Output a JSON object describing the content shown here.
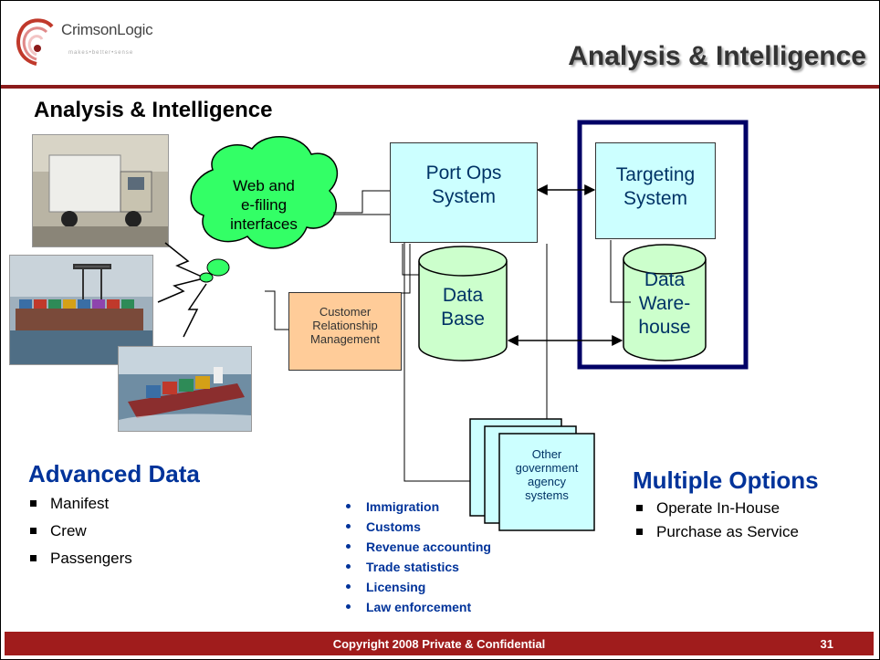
{
  "logo": {
    "name": "CrimsonLogic",
    "tagline": "makes•better•sense"
  },
  "header": {
    "title": "Analysis & Intelligence"
  },
  "subtitle": "Analysis & Intelligence",
  "diagram": {
    "cloud": [
      "Web and",
      "e-filing",
      "interfaces"
    ],
    "port_ops": [
      "Port Ops",
      "System"
    ],
    "targeting": [
      "Targeting",
      "System"
    ],
    "database": [
      "Data",
      "Base"
    ],
    "warehouse": [
      "Data",
      "Ware-",
      "house"
    ],
    "crm": [
      "Customer",
      "Relationship",
      "Management"
    ],
    "other": [
      "Other",
      "government",
      "agency",
      "systems"
    ]
  },
  "advanced": {
    "title": "Advanced Data",
    "items": [
      "Manifest",
      "Crew",
      "Passengers"
    ]
  },
  "agencies": [
    "Immigration",
    "Customs",
    "Revenue accounting",
    "Trade statistics",
    "Licensing",
    "Law enforcement"
  ],
  "options": {
    "title": "Multiple Options",
    "items": [
      "Operate In-House",
      "Purchase as Service"
    ]
  },
  "footer": {
    "text": "Copyright 2008 Private & Confidential",
    "page": "31"
  },
  "colors": {
    "accent": "#a01c1c",
    "heading_blue": "#00339a",
    "box_cyan": "#ccffff",
    "cylinder_green": "#ccffcc",
    "crm_orange": "#ffcc99",
    "cloud_green": "#33ff66",
    "frame_navy": "#000066"
  }
}
